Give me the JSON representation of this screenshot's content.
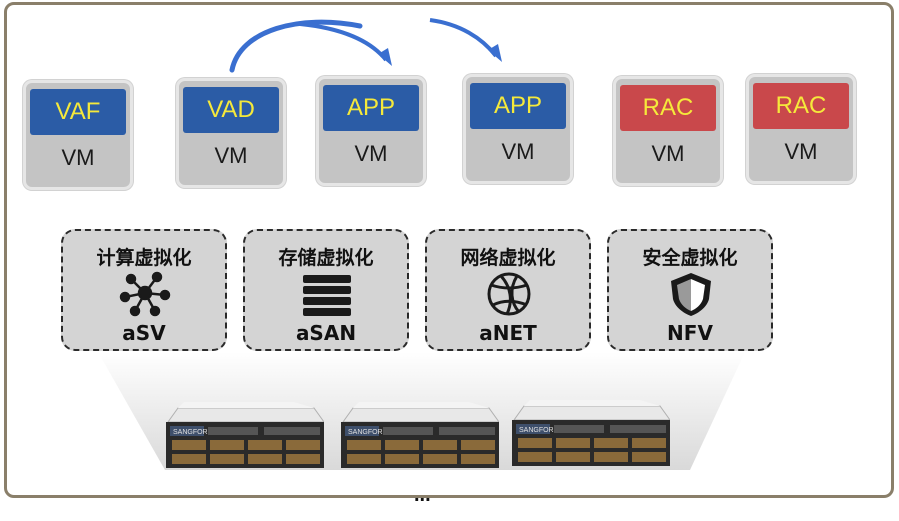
{
  "vms": [
    {
      "tag": "VAF",
      "label": "VM",
      "color": "blue"
    },
    {
      "tag": "VAD",
      "label": "VM",
      "color": "blue"
    },
    {
      "tag": "APP",
      "label": "VM",
      "color": "blue"
    },
    {
      "tag": "APP",
      "label": "VM",
      "color": "blue"
    },
    {
      "tag": "RAC",
      "label": "VM",
      "color": "red"
    },
    {
      "tag": "RAC",
      "label": "VM",
      "color": "red"
    }
  ],
  "virtualization": [
    {
      "title": "计算虚拟化",
      "name": "aSV",
      "icon": "network-nodes-icon"
    },
    {
      "title": "存储虚拟化",
      "name": "aSAN",
      "icon": "storage-stack-icon"
    },
    {
      "title": "网络虚拟化",
      "name": "aNET",
      "icon": "network-globe-icon"
    },
    {
      "title": "安全虚拟化",
      "name": "NFV",
      "icon": "shield-icon"
    }
  ],
  "servers": [
    {
      "brand": "SANGFOR"
    },
    {
      "brand": "SANGFOR"
    },
    {
      "brand": "SANGFOR"
    }
  ],
  "ellipsis": "...",
  "colors": {
    "tag_blue": "#2b5ca6",
    "tag_red": "#c9484b",
    "tag_text": "#f5e93b",
    "arrow": "#3a6fd0",
    "frame": "#8a7f6a"
  }
}
